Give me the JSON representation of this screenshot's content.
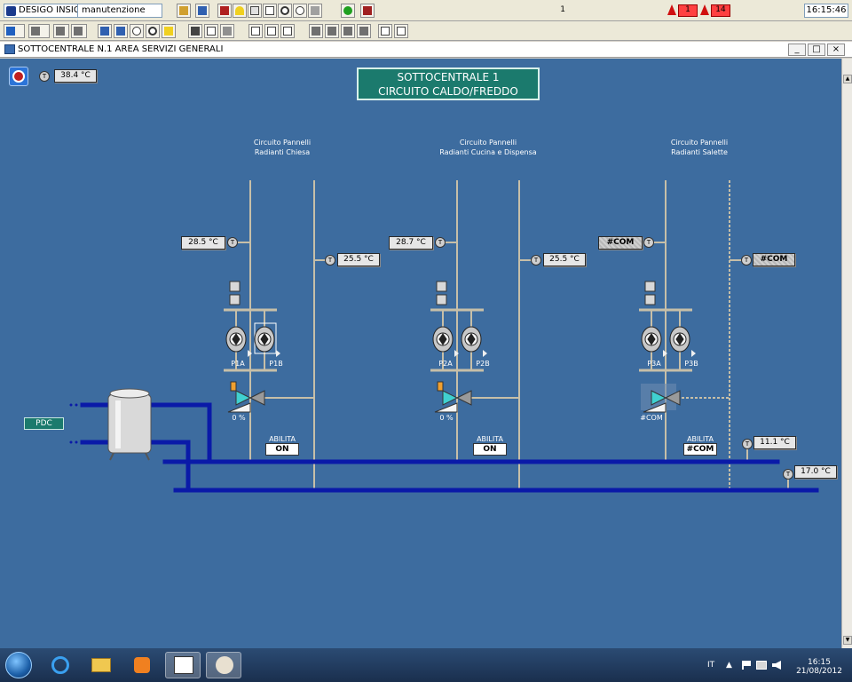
{
  "toolbar": {
    "app_name": "DESIGO INSIGHT",
    "user": "manutenzione",
    "page_count": "1",
    "alarm1_count": "1",
    "alarm2_count": "14",
    "time": "16:15:46"
  },
  "window": {
    "title": "SOTTOCENTRALE N.1 AREA SERVIZI GENERALI",
    "min": "_",
    "max": "□",
    "close": "×"
  },
  "schematic": {
    "title_line1": "SOTTOCENTRALE 1",
    "title_line2": "CIRCUITO CALDO/FREDDO",
    "outdoor_temp": "38.4 °C",
    "pdc_label": "PDC",
    "circuits": [
      {
        "name_line1": "Circuito Pannelli",
        "name_line2": "Radianti Chiesa",
        "supply_temp": "28.5 °C",
        "return_temp": "25.5 °C",
        "pump_a": "P1A",
        "pump_b": "P1B",
        "valve_pct": "0 %",
        "enable_label": "ABILITA",
        "enable_state": "ON"
      },
      {
        "name_line1": "Circuito Pannelli",
        "name_line2": "Radianti Cucina e Dispensa",
        "supply_temp": "28.7 °C",
        "return_temp": "25.5 °C",
        "pump_a": "P2A",
        "pump_b": "P2B",
        "valve_pct": "0 %",
        "enable_label": "ABILITA",
        "enable_state": "ON"
      },
      {
        "name_line1": "Circuito Pannelli",
        "name_line2": "Radianti Salette",
        "supply_temp": "#COM",
        "return_temp": "#COM",
        "pump_a": "P3A",
        "pump_b": "P3B",
        "valve_pct": "#COM",
        "enable_label": "ABILITA",
        "enable_state": "#COM"
      }
    ],
    "collector_supply_temp": "11.1 °C",
    "collector_return_temp": "17.0 °C",
    "t_symbol": "T"
  },
  "taskbar": {
    "lang": "IT",
    "time": "16:15",
    "date": "21/08/2012"
  },
  "colors": {
    "background": "#3d6c9f",
    "pipe_blue": "#0a1aa8",
    "pipe_grey": "#c7bfa8",
    "title_box": "#1b7a6d"
  }
}
